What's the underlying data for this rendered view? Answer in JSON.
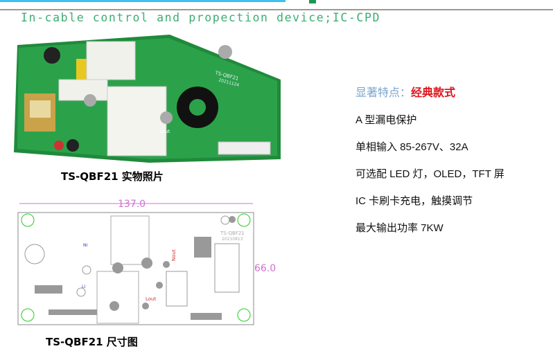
{
  "header": {
    "title": "In-cable control and propection device;IC-CPD",
    "accent_blue": "#3fc0f0",
    "accent_green": "#3cae70"
  },
  "photo": {
    "board_label": "TS-QBF21",
    "board_date": "20211124",
    "lout_label": "Lout",
    "caption": "TS-QBF21 实物照片"
  },
  "drawing": {
    "width_dim": "137.0",
    "height_dim": "66.0",
    "board_label": "TS-QBF21",
    "board_date": "20210813",
    "nout": "Nout",
    "lout": "Lout",
    "ni": "NI",
    "li": "LI",
    "caption": "TS-QBF21 尺寸图"
  },
  "features": {
    "heading": "显著特点：",
    "heading_highlight": "经典款式",
    "items": [
      "A 型漏电保护",
      "单相输入 85-267V、32A",
      "可选配 LED 灯，OLED，TFT 屏",
      "IC 卡刷卡充电，触摸调节",
      "最大输出功率 7KW"
    ]
  }
}
